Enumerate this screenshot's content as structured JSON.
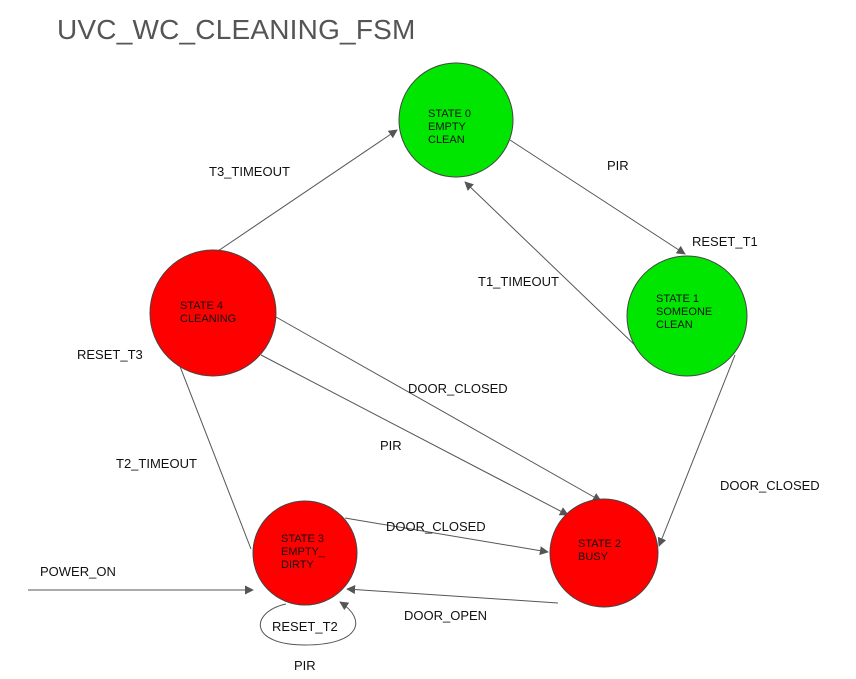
{
  "title": "UVC_WC_CLEANING_FSM",
  "colors": {
    "clean": "#00e600",
    "dirty": "#ff0000",
    "edge": "#555555",
    "border": "#444444"
  },
  "states": [
    {
      "id": "s0",
      "lines": [
        "STATE 0",
        "EMPTY",
        "CLEAN"
      ],
      "color": "clean"
    },
    {
      "id": "s1",
      "lines": [
        "STATE 1",
        "SOMEONE",
        "CLEAN"
      ],
      "color": "clean"
    },
    {
      "id": "s2",
      "lines": [
        "STATE 2",
        "BUSY"
      ],
      "color": "dirty"
    },
    {
      "id": "s3",
      "lines": [
        "STATE 3",
        "EMPTY_",
        "DIRTY"
      ],
      "color": "dirty"
    },
    {
      "id": "s4",
      "lines": [
        "STATE 4",
        "CLEANING"
      ],
      "color": "dirty"
    }
  ],
  "transitions": [
    {
      "id": "s0-s1",
      "from": "s0",
      "to": "s1",
      "labels": [
        "PIR",
        "RESET_T1"
      ]
    },
    {
      "id": "s1-s0",
      "from": "s1",
      "to": "s0",
      "labels": [
        "T1_TIMEOUT"
      ]
    },
    {
      "id": "s1-s2",
      "from": "s1",
      "to": "s2",
      "labels": [
        "DOOR_CLOSED"
      ]
    },
    {
      "id": "s4-s0",
      "from": "s4",
      "to": "s0",
      "labels": [
        "T3_TIMEOUT"
      ]
    },
    {
      "id": "s4-s2-door",
      "from": "s4",
      "to": "s2",
      "labels": [
        "DOOR_CLOSED"
      ]
    },
    {
      "id": "s4-s2-pir",
      "from": "s4",
      "to": "s2",
      "labels": [
        "PIR"
      ]
    },
    {
      "id": "s3-s2",
      "from": "s3",
      "to": "s2",
      "labels": [
        "DOOR_CLOSED"
      ]
    },
    {
      "id": "s2-s3",
      "from": "s2",
      "to": "s3",
      "labels": [
        "DOOR_OPEN"
      ]
    },
    {
      "id": "s3-s4",
      "from": "s3",
      "to": "s4",
      "labels": [
        "T2_TIMEOUT",
        "RESET_T3"
      ]
    },
    {
      "id": "s3-s3",
      "from": "s3",
      "to": "s3",
      "labels": [
        "RESET_T2",
        "PIR"
      ]
    },
    {
      "id": "power-s3",
      "from": "",
      "to": "s3",
      "labels": [
        "POWER_ON"
      ]
    }
  ]
}
